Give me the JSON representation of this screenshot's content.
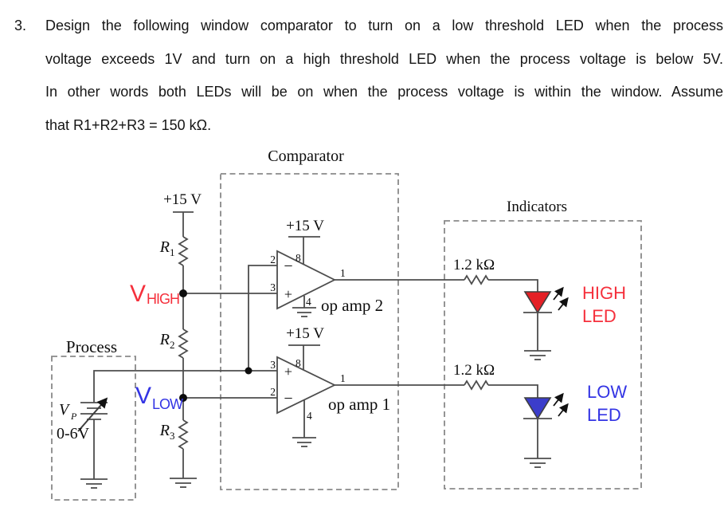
{
  "problem": {
    "number": "3.",
    "lines": [
      "Design the following window comparator to turn on a low threshold LED when the process",
      "voltage exceeds 1V and turn on a high threshold LED when the process voltage is below 5V.",
      "In other words both LEDs will be on when the process voltage is within the window. Assume",
      "that R1+R2+R3 = 150 kΩ."
    ]
  },
  "schematic": {
    "comparator_label": "Comparator",
    "indicators_label": "Indicators",
    "process_label": "Process",
    "supply_label": "+15 V",
    "series_resistor_label": "1.2 kΩ",
    "resistors": {
      "r1": {
        "base": "R",
        "sub": "1"
      },
      "r2": {
        "base": "R",
        "sub": "2"
      },
      "r3": {
        "base": "R",
        "sub": "3"
      }
    },
    "nodes": {
      "v_high": {
        "base": "V",
        "sub": "HIGH"
      },
      "v_low": {
        "base": "V",
        "sub": "LOW"
      }
    },
    "process": {
      "source": {
        "base": "V",
        "sub": "P"
      },
      "range": "0-6V"
    },
    "op_amp_2": {
      "label": "op amp 2",
      "minus": "−",
      "plus": "+",
      "pins": {
        "inverting": "2",
        "noninverting": "3",
        "supply": "8",
        "ground": "4",
        "output": "1"
      }
    },
    "op_amp_1": {
      "label": "op amp 1",
      "minus": "−",
      "plus": "+",
      "pins": {
        "inverting": "2",
        "noninverting": "3",
        "supply": "8",
        "ground": "4",
        "output": "1"
      }
    },
    "high_led": {
      "line1": "HIGH",
      "line2": "LED"
    },
    "low_led": {
      "line1": "LOW",
      "line2": "LED"
    }
  },
  "colors": {
    "accent_red": "#f5303c",
    "accent_blue": "#3334e4",
    "led_red": "#e42026",
    "led_blue": "#3b3dcb",
    "wire": "#4d4d4d",
    "box": "#898989"
  }
}
